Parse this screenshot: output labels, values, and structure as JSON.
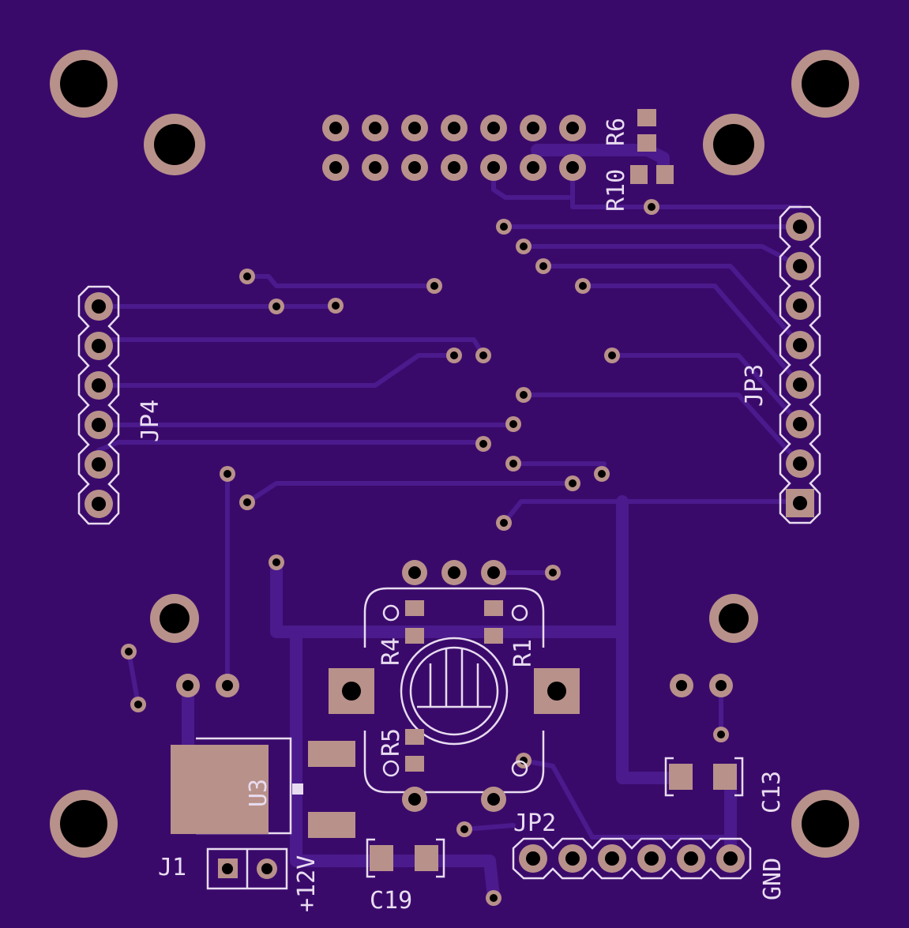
{
  "board": {
    "background_color": "#3a0a6b",
    "copper_color": "#b8918a",
    "trace_color": "#4b1a8c",
    "silkscreen_color": "#e8dcf0"
  },
  "labels": {
    "r6": "R6",
    "r10": "R10",
    "jp4": "JP4",
    "jp3": "JP3",
    "r4": "R4",
    "r1": "R1",
    "r5": "R5",
    "u3": "U3",
    "j1": "J1",
    "plus12v": "+12V",
    "c19": "C19",
    "jp2": "JP2",
    "gnd": "GND",
    "c13": "C13"
  }
}
